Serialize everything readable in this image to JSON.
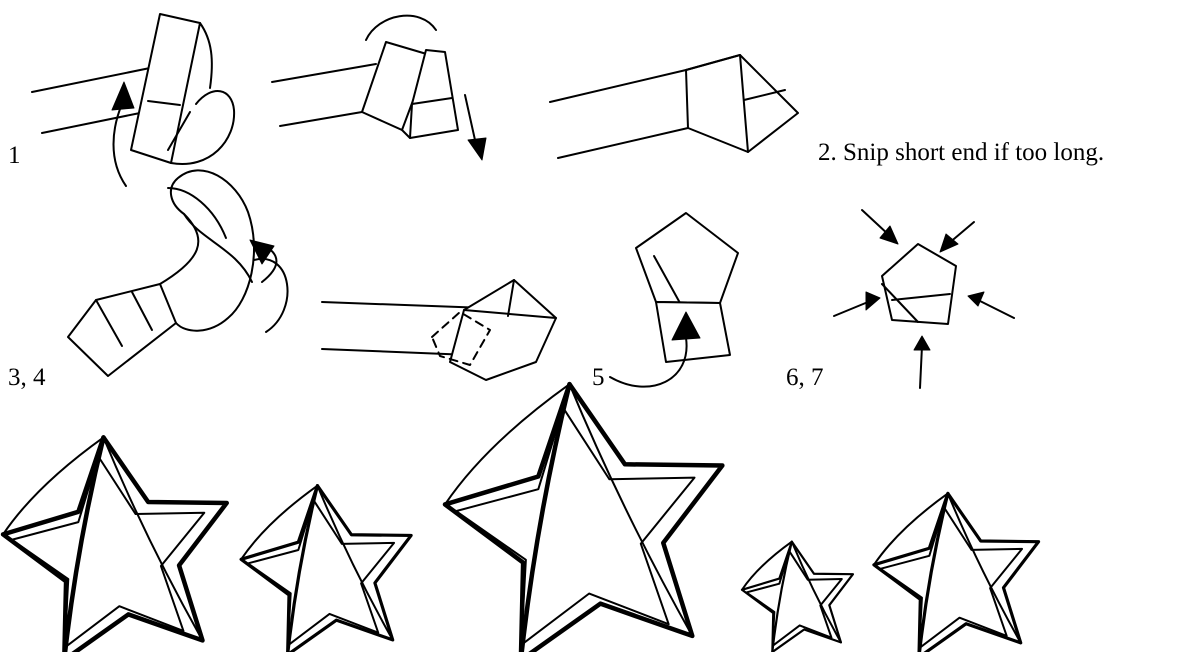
{
  "steps": {
    "step1_label": "1",
    "step2_label": "2. Snip short end if too long.",
    "step34_label": "3, 4",
    "step5_label": "5",
    "step67_label": "6, 7"
  },
  "colors": {
    "ink": "#000000",
    "paper": "#ffffff"
  },
  "icons": [
    "fold-arrow-icon",
    "push-arrow-icon",
    "star-icon"
  ]
}
